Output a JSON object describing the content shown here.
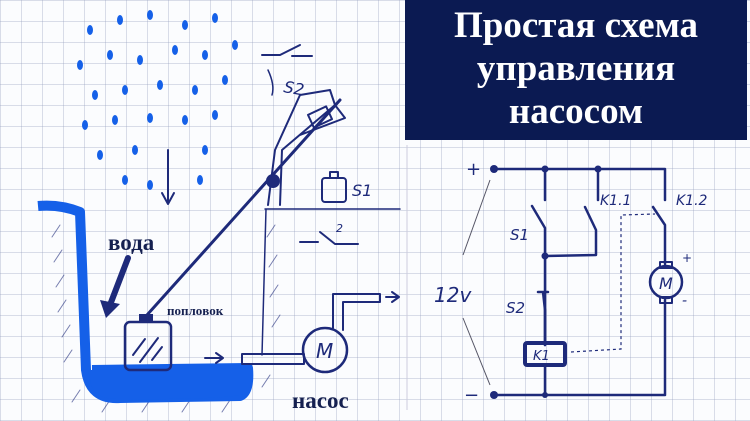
{
  "title": {
    "lines": [
      "Простая схема",
      "управления",
      "насосом"
    ]
  },
  "scene": {
    "water_label": "вода",
    "float_label": "поплoвок",
    "pump_label": "насос",
    "motor_label": "M",
    "switch1_label": "S1",
    "switch2_label": "S2",
    "switch_mark": "2"
  },
  "circuit": {
    "plus": "+",
    "minus": "−",
    "voltage": "12v",
    "s1": "S1",
    "s2": "S2",
    "relay": "K1",
    "contact1": "K1.1",
    "contact2": "K1.2",
    "motor": "M",
    "motor_plus": "+",
    "motor_minus": "-"
  },
  "colors": {
    "water": "#1560e8",
    "ink": "#1e2a7a",
    "title_bg": "#0b1a52"
  }
}
